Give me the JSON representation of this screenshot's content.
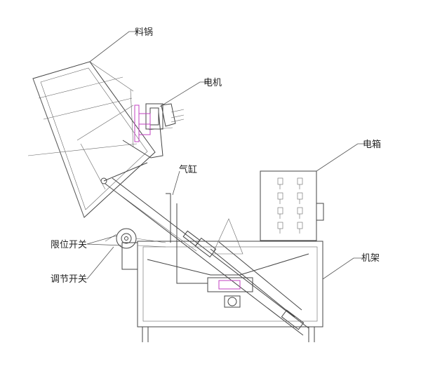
{
  "labels": {
    "pot": "料锅",
    "motor": "电机",
    "cylinder": "气缸",
    "electric_box": "电箱",
    "frame": "机架",
    "limit_switch": "限位开关",
    "adjust_switch": "调节开关"
  },
  "colors": {
    "line": "#444444",
    "accent": "#c040c0",
    "text": "#222222"
  }
}
